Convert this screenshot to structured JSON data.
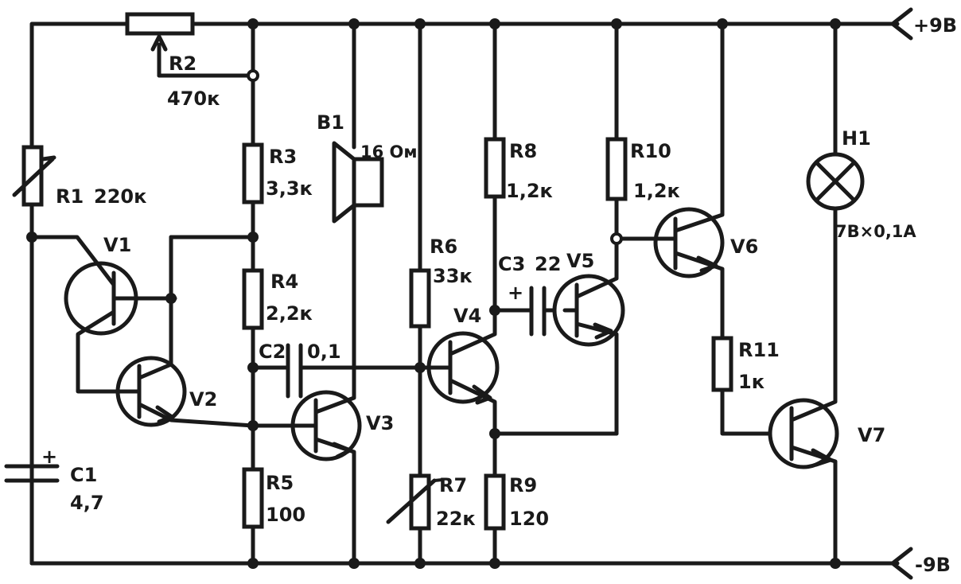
{
  "terminals": {
    "positive": "+9В",
    "negative": "-9В"
  },
  "components": {
    "R1": {
      "ref": "R1",
      "value": "220к"
    },
    "R2": {
      "ref": "R2",
      "value": "470к"
    },
    "R3": {
      "ref": "R3",
      "value": "3,3к"
    },
    "R4": {
      "ref": "R4",
      "value": "2,2к"
    },
    "R5": {
      "ref": "R5",
      "value": "100"
    },
    "R6": {
      "ref": "R6",
      "value": "33к"
    },
    "R7": {
      "ref": "R7",
      "value": "22к"
    },
    "R8": {
      "ref": "R8",
      "value": "1,2к"
    },
    "R9": {
      "ref": "R9",
      "value": "120"
    },
    "R10": {
      "ref": "R10",
      "value": "1,2к"
    },
    "R11": {
      "ref": "R11",
      "value": "1к"
    },
    "C1": {
      "ref": "C1",
      "value": "4,7"
    },
    "C2": {
      "ref": "C2",
      "value": "0,1"
    },
    "C3": {
      "ref": "C3",
      "value": "22"
    },
    "B1": {
      "ref": "B1",
      "value": "16 Ом"
    },
    "H1": {
      "ref": "H1",
      "value": "7В×0,1А"
    },
    "V1": {
      "ref": "V1"
    },
    "V2": {
      "ref": "V2"
    },
    "V3": {
      "ref": "V3"
    },
    "V4": {
      "ref": "V4"
    },
    "V5": {
      "ref": "V5"
    },
    "V6": {
      "ref": "V6"
    },
    "V7": {
      "ref": "V7"
    }
  },
  "symbols": {
    "plus": "+"
  }
}
